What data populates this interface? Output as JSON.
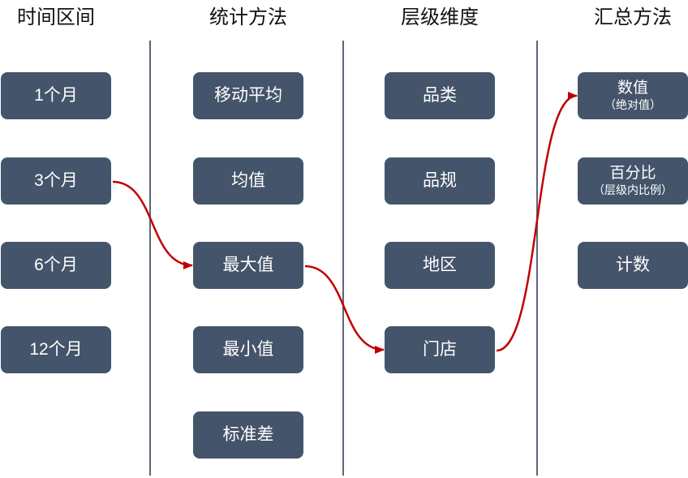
{
  "columns": [
    {
      "header": "时间区间",
      "items": [
        {
          "label": "1个月"
        },
        {
          "label": "3个月"
        },
        {
          "label": "6个月"
        },
        {
          "label": "12个月"
        }
      ]
    },
    {
      "header": "统计方法",
      "items": [
        {
          "label": "移动平均"
        },
        {
          "label": "均值"
        },
        {
          "label": "最大值"
        },
        {
          "label": "最小值"
        },
        {
          "label": "标准差"
        }
      ]
    },
    {
      "header": "层级维度",
      "items": [
        {
          "label": "品类"
        },
        {
          "label": "品规"
        },
        {
          "label": "地区"
        },
        {
          "label": "门店"
        }
      ]
    },
    {
      "header": "汇总方法",
      "items": [
        {
          "label": "数值",
          "sublabel": "（绝对值）"
        },
        {
          "label": "百分比",
          "sublabel": "（层级内比例）"
        },
        {
          "label": "计数"
        }
      ]
    }
  ],
  "connections": [
    {
      "from": [
        0,
        1
      ],
      "to": [
        1,
        2
      ]
    },
    {
      "from": [
        1,
        2
      ],
      "to": [
        2,
        3
      ]
    },
    {
      "from": [
        2,
        3
      ],
      "to": [
        3,
        0
      ]
    }
  ],
  "colors": {
    "box": "#44546a",
    "box_text": "#ffffff",
    "divider": "#5b6678",
    "arrow": "#c00000"
  }
}
